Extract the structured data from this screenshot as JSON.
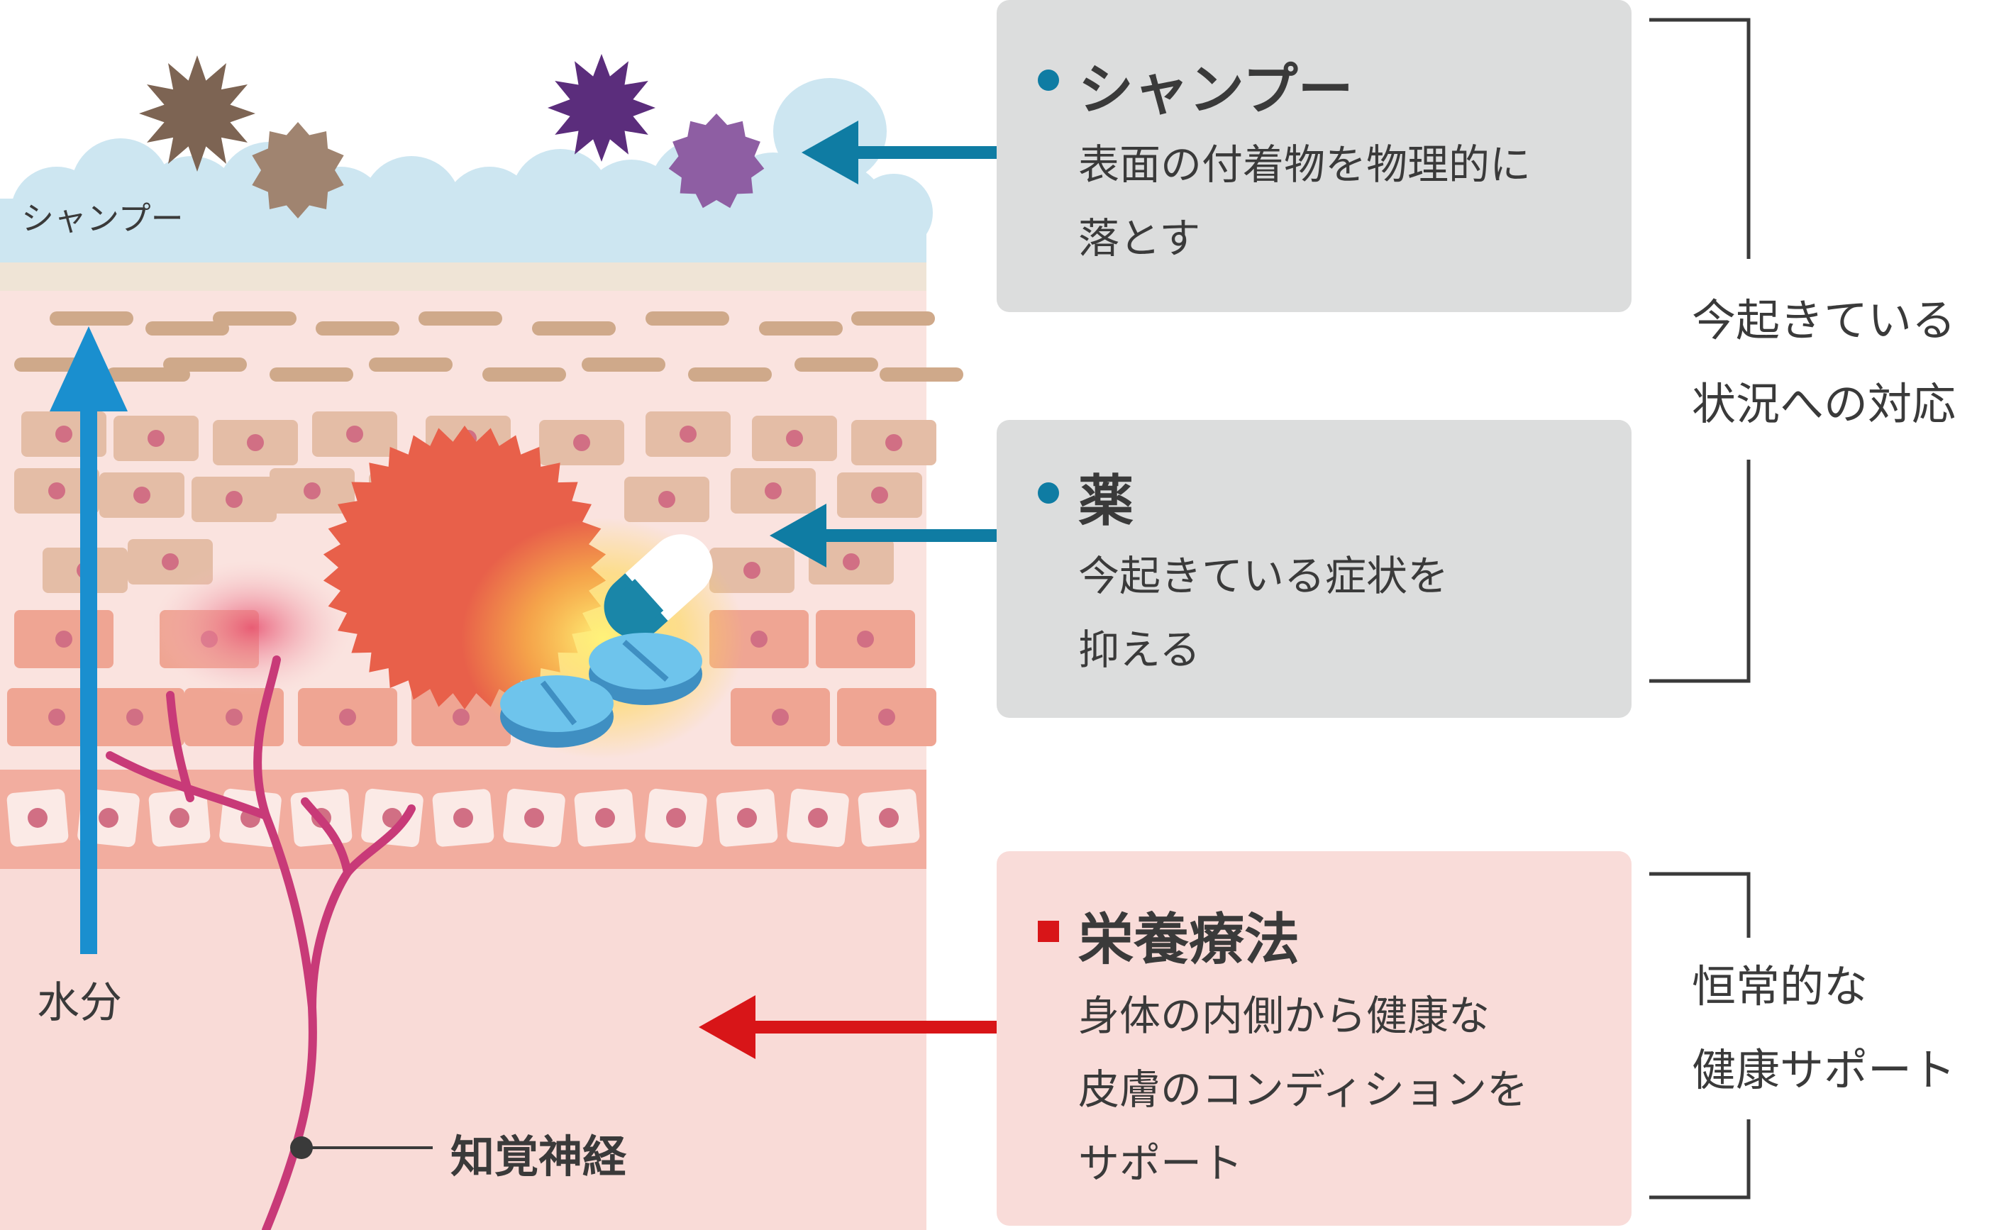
{
  "illustration": {
    "foam_label": "シャンプー",
    "water_label": "水分",
    "nerve_label": "知覚神経"
  },
  "boxes": {
    "shampoo": {
      "title": "シャンプー",
      "desc": [
        "表面の付着物を物理的に",
        "落とす"
      ]
    },
    "medicine": {
      "title": "薬",
      "desc": [
        "今起きている症状を",
        "抑える"
      ]
    },
    "nutrition": {
      "title": "栄養療法",
      "desc": [
        "身体の内側から健康な",
        "皮膚のコンディションを",
        "サポート"
      ]
    }
  },
  "brackets": {
    "current": [
      "今起きている",
      "状況への対応"
    ],
    "constant": [
      "恒常的な",
      "健康サポート"
    ]
  },
  "colors": {
    "teal_arrow": "#0f7ca3",
    "red_arrow": "#d81518",
    "water_arrow": "#1a8fcf",
    "nerve": "#c83a78",
    "inflammation": "#e8604a",
    "foam": "#cde6f1"
  }
}
